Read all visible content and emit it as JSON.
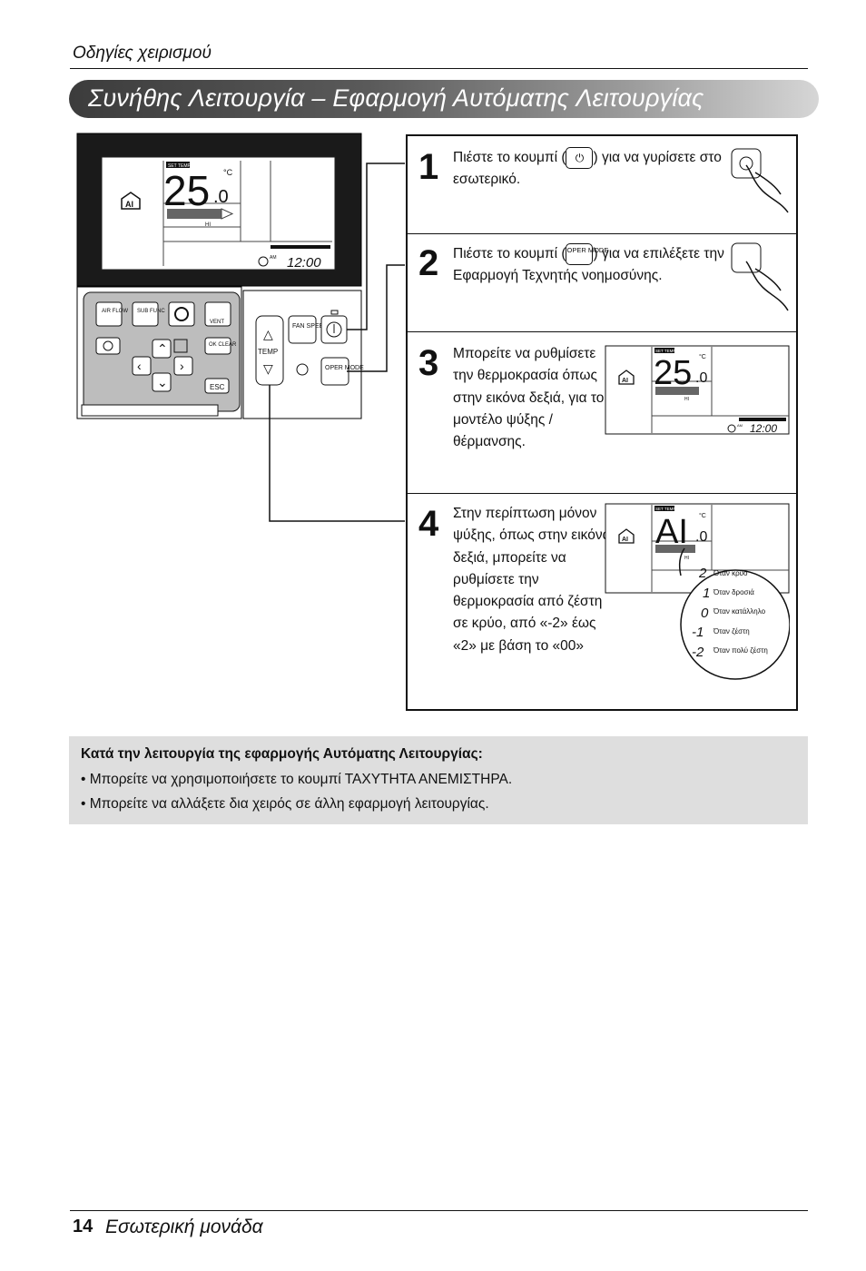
{
  "header": {
    "section": "Οδηγίες χειρισμού"
  },
  "title": "Συνήθης Λειτουργία – Εφαρμογή Αυτόματης Λειτουργίας",
  "remote": {
    "display": {
      "set_temp_badge": "SET TEMP",
      "temp": "25",
      "temp_decimal": ".0",
      "unit": "°C",
      "mode_icon": "AI",
      "fan_label": "HI",
      "am": "AM",
      "clock": "12:00"
    },
    "buttons": {
      "air_flow": "AIR FLOW",
      "sub_func": "SUB FUNC",
      "vent": "VENT",
      "ok_clear": "OK CLEAR",
      "esc": "ESC",
      "fan_speed": "FAN SPEED",
      "temp": "TEMP",
      "oper_mode": "OPER MODE"
    }
  },
  "steps": [
    {
      "num": "1",
      "lines": [
        "Πιέστε το κουμπί (",
        ") για να γυρίσετε στο",
        "εσωτερικό."
      ]
    },
    {
      "num": "2",
      "lines": [
        "Πιέστε το κουμπί (",
        ") για να επιλέξετε την",
        "Εφαρμογή Τεχνητής νοημοσύνης."
      ],
      "badge": "OPER MODE"
    },
    {
      "num": "3",
      "lines": [
        "Μπορείτε να ρυθμίσετε",
        "την θερμοκρασία όπως",
        "στην εικόνα δεξιά, για το",
        "μοντέλο ψύξης /",
        "θέρμανσης."
      ]
    },
    {
      "num": "4",
      "lines": [
        "Στην περίπτωση μόνον",
        "ψύξης, όπως στην εικόνα",
        "δεξιά, μπορείτε να",
        "ρυθμίσετε την",
        "θερμοκρασία από ζέστη",
        "σε κρύο, από «-2» έως",
        "«2» με βάση το «00»"
      ]
    }
  ],
  "step4_display": {
    "value": "AI",
    "decimal": ".0"
  },
  "scale": [
    {
      "value": "2",
      "label": "Όταν κρύο"
    },
    {
      "value": "1",
      "label": "Όταν δροσιά"
    },
    {
      "value": "0",
      "label": "Όταν κατάλληλο"
    },
    {
      "value": "-1",
      "label": "Όταν ζέστη"
    },
    {
      "value": "-2",
      "label": "Όταν πολύ ζέστη"
    }
  ],
  "note": {
    "title": "Κατά την λειτουργία της εφαρμογής Αυτόματης Λειτουργίας:",
    "items": [
      "• Μπορείτε να χρησιμοποιήσετε το κουμπί ΤΑΧΥΤΗΤΑ ΑΝΕΜΙΣΤΗΡΑ.",
      "• Μπορείτε να αλλάξετε δια χειρός σε άλλη εφαρμογή λειτουργίας."
    ]
  },
  "footer": {
    "page": "14",
    "text": "Εσωτερική μονάδα"
  }
}
